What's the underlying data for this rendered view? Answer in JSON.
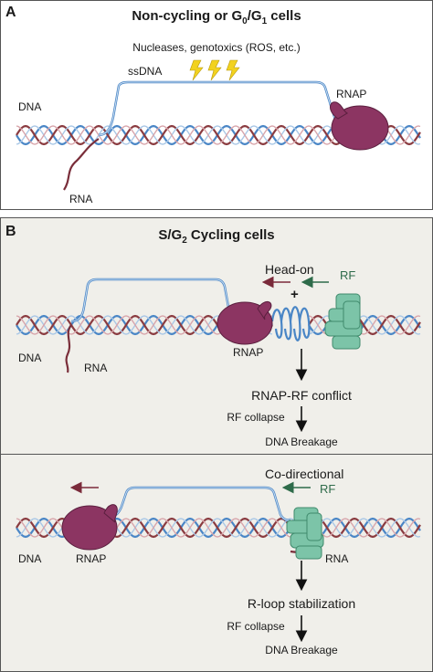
{
  "panel_a": {
    "letter": "A",
    "title_pre": "Non-cycling or G",
    "title_sub1": "0",
    "title_mid": "/G",
    "title_sub2": "1",
    "title_post": " cells",
    "damage_label": "Nucleases, genotoxics (ROS, etc.)",
    "ssdna_label": "ssDNA",
    "dna_label": "DNA",
    "rnap_label": "RNAP",
    "rna_label": "RNA"
  },
  "panel_b": {
    "letter": "B",
    "title_pre": "S/G",
    "title_sub": "2",
    "title_post": " Cycling cells",
    "headon": {
      "title": "Head-on",
      "plus": "+",
      "rf_label": "RF",
      "dna_label": "DNA",
      "rna_label": "RNA",
      "rnap_label": "RNAP",
      "step1": "RNAP-RF conflict",
      "step2": "RF collapse",
      "step3": "DNA Breakage"
    },
    "codirectional": {
      "title": "Co-directional",
      "rf_label": "RF",
      "dna_label": "DNA",
      "rnap_label": "RNAP",
      "rna_label": "RNA",
      "step1": "R-loop stabilization",
      "step2": "RF collapse",
      "step3": "DNA Breakage"
    }
  },
  "colors": {
    "rnap": "#8c3562",
    "rf": "#7cc4a8",
    "dna_blue": "#4a86c6",
    "dna_red": "#8a3b40",
    "panel_b_bg": "#f0efea",
    "arrow_red": "#7a2a3a",
    "arrow_green": "#2e6b4a",
    "lightning": "#f2d21e"
  }
}
